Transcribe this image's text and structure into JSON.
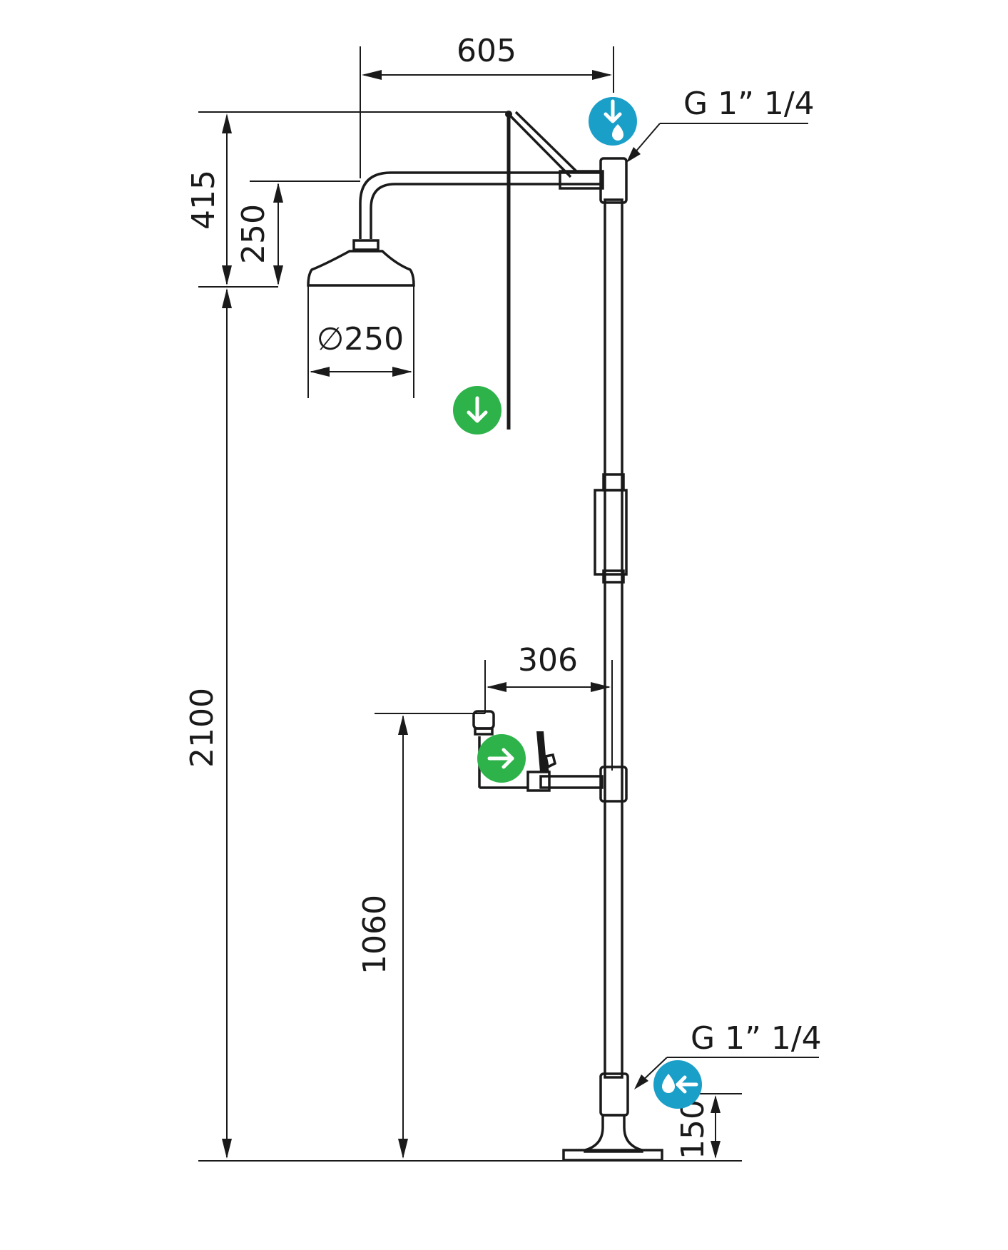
{
  "dimensions": {
    "arm_reach": "605",
    "head_height": "415",
    "head_drop": "250",
    "head_diameter": "∅250",
    "eyewash_reach": "306",
    "eyewash_height": "1060",
    "total_height": "2100",
    "inlet_height": "150"
  },
  "connections": {
    "top_inlet": "G 1” 1/4",
    "bottom_inlet": "G 1” 1/4"
  },
  "icons": {
    "top_inlet_icon": "water-inlet-down-icon",
    "bottom_inlet_icon": "water-inlet-left-icon",
    "pull_rod_icon": "pull-down-arrow-icon",
    "eyewash_push_icon": "push-right-arrow-icon"
  },
  "colors": {
    "line": "#1a1a1a",
    "water_badge": "#1a9fc9",
    "action_badge": "#2db34a"
  }
}
